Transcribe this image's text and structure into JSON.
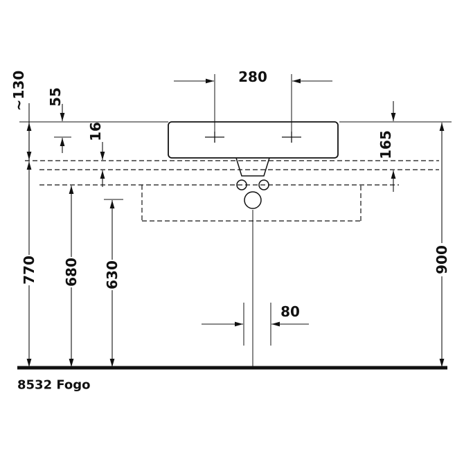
{
  "drawing": {
    "product_code": "8532 Fogo",
    "dims": {
      "faucet_spacing": "280",
      "rim_to_console": "~130",
      "fifty_five": "55",
      "panel_thickness": "16",
      "ceramic_height": "165",
      "h_770": "770",
      "h_680": "680",
      "h_630": "630",
      "total_height": "900",
      "drain_width": "80"
    },
    "colors": {
      "line": "#111111",
      "background": "#ffffff"
    }
  }
}
